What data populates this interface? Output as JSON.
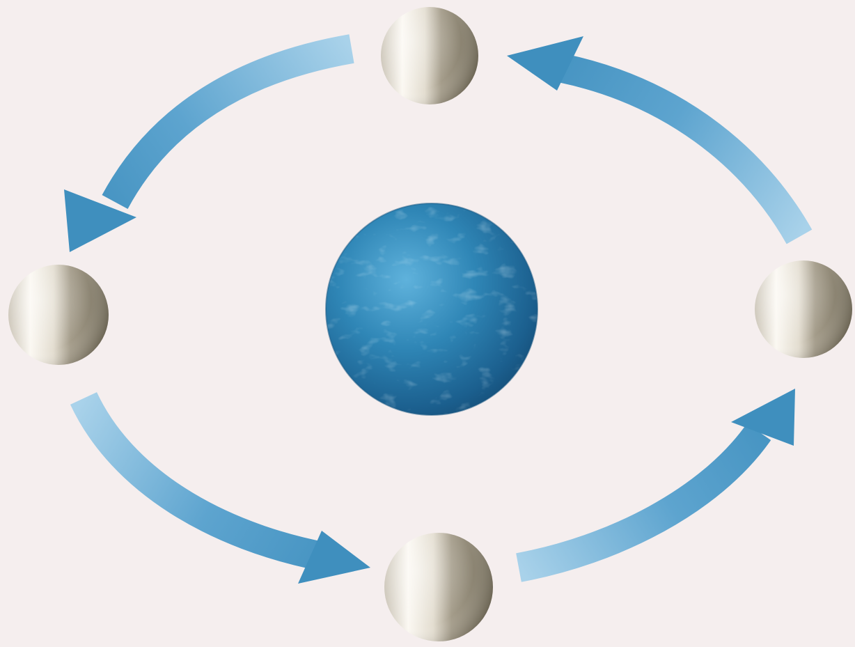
{
  "diagram": {
    "kind": "orbit-cycle",
    "direction": "counterclockwise",
    "central_body": {
      "label": "",
      "type": "earth"
    },
    "orbiting_bodies": [
      {
        "position": "top",
        "type": "moon",
        "lit_side": "left"
      },
      {
        "position": "left",
        "type": "moon",
        "lit_side": "left"
      },
      {
        "position": "bottom",
        "type": "moon",
        "lit_side": "left"
      },
      {
        "position": "right",
        "type": "moon",
        "lit_side": "left"
      }
    ],
    "arrows": [
      {
        "from": "top",
        "to": "left"
      },
      {
        "from": "left",
        "to": "bottom"
      },
      {
        "from": "bottom",
        "to": "right"
      },
      {
        "from": "right",
        "to": "top"
      }
    ]
  },
  "colors": {
    "background": "#f5eeee",
    "arrow": "#3f8fbe",
    "arrow_light": "#a9d2ea",
    "earth": "#2c7fae",
    "earth_dark": "#154e78",
    "moon_light": "#fbf8f2",
    "moon_dark": "#77705e"
  }
}
